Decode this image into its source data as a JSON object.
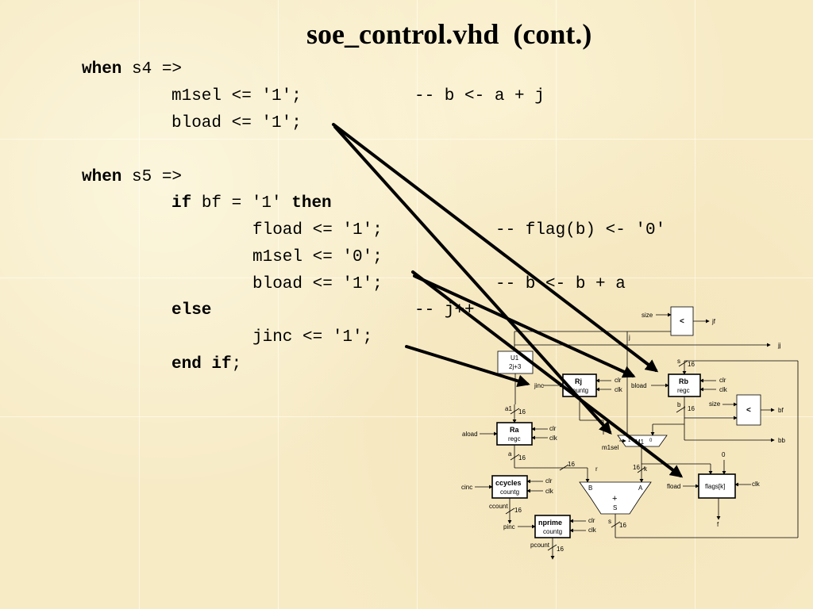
{
  "slide": {
    "title": "soe_control.vhd  (cont.)"
  },
  "code_lines": [
    {
      "kw": "when",
      "rest": " s4 =>",
      "kw2": "",
      "rest2": ""
    },
    {
      "kw": "",
      "rest": "m1sel <= '1';",
      "kw2": "",
      "rest2": "",
      "comment": "-- b <- a + j"
    },
    {
      "kw": "",
      "rest": "bload <= '1';",
      "kw2": "",
      "rest2": ""
    },
    {
      "kw": "when",
      "rest": " s5 =>",
      "kw2": "",
      "rest2": ""
    },
    {
      "kw": "if",
      "rest": " bf = '1' ",
      "kw2": "then",
      "rest2": ""
    },
    {
      "kw": "",
      "rest": "fload <= '1';",
      "kw2": "",
      "rest2": "",
      "comment": "-- flag(b) <- '0'"
    },
    {
      "kw": "",
      "rest": "m1sel <= '0';",
      "kw2": "",
      "rest2": ""
    },
    {
      "kw": "",
      "rest": "bload <= '1';",
      "kw2": "",
      "rest2": "",
      "comment": "-- b <- b + a"
    },
    {
      "kw": "else",
      "rest": "",
      "kw2": "",
      "rest2": "",
      "comment": "-- j++"
    },
    {
      "kw": "",
      "rest": "jinc <= '1';",
      "kw2": "",
      "rest2": ""
    },
    {
      "kw": "end if",
      "rest": ";",
      "kw2": "",
      "rest2": ""
    }
  ],
  "diagram": {
    "size_top": "size",
    "lt_top": "<",
    "jf": "jf",
    "j": "j",
    "jj": "jj",
    "u1_name": "U1",
    "u1_expr": "2j+3",
    "s_label": "s",
    "sixteen": "16",
    "rj_name": "Rj",
    "rj_type": "countg",
    "jinc": "jinc",
    "clr": "clr",
    "clk": "clk",
    "bload": "bload",
    "rb_name": "Rb",
    "rb_type": "regc",
    "b_label": "b",
    "size_mid": "size",
    "lt_mid": "<",
    "bf": "bf",
    "bb": "bb",
    "a1": "a1",
    "ra_name": "Ra",
    "ra_type": "regc",
    "aload": "aload",
    "m1": "M1",
    "m1_zero": "0",
    "m1_one": "1",
    "m1sel": "m1sel",
    "a_label": "a",
    "r_label": "r",
    "k_label": "k",
    "zero": "0",
    "adder_B": "B",
    "adder_A": "A",
    "adder_plus": "+",
    "adder_S": "S",
    "cc_name": "ccycles",
    "cc_type": "countg",
    "cinc": "cinc",
    "ccount": "ccount",
    "fload": "fload",
    "flags_name": "flags[k]",
    "f_label": "f",
    "np_name": "nprime",
    "np_type": "countg",
    "pinc": "pinc",
    "pcount": "pcount"
  },
  "colors": {
    "background": "#f7ebc6",
    "arrow": "#000000"
  }
}
